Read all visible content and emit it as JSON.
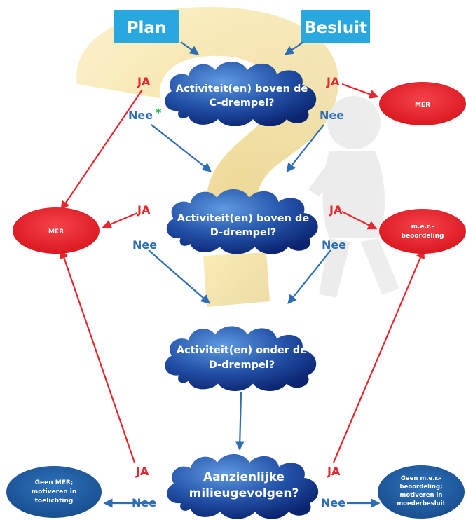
{
  "header": {
    "plan": "Plan",
    "besluit": "Besluit"
  },
  "questions": {
    "q1": {
      "line1": "Activiteit(en) boven de",
      "line2": "C-drempel?"
    },
    "q2": {
      "line1": "Activiteit(en) boven de",
      "line2": "D-drempel?"
    },
    "q3": {
      "line1": "Activiteit(en) onder de",
      "line2": "D-drempel?"
    },
    "q4": {
      "line1": "Aanzienlijke",
      "line2": "milieugevolgen?"
    }
  },
  "outcomes": {
    "mer_right": "MER",
    "mer_left": "MER",
    "mer_beoordeling": {
      "line1": "m.e.r.-",
      "line2": "beoordeling"
    },
    "geen_mer": {
      "line1": "Geen MER;",
      "line2": "motiveren in",
      "line3": "toelichting"
    },
    "geen_mer_beoordeling": {
      "line1": "Geen m.e.r.-",
      "line2": "beoordeling;",
      "line3": "motiveren in",
      "line4": "moederbesluit"
    }
  },
  "labels": {
    "ja": "JA",
    "nee": "Nee",
    "asterisk": "*"
  },
  "colors": {
    "header_fill": "#29a8e0",
    "cloud_light": "#4a86d0",
    "cloud_dark": "#0d2a7a",
    "red": "#e8262d",
    "blue_arrow": "#2e6db4",
    "dark_blue_oval": "#1d5aa0",
    "green_asterisk": "#22b24c"
  }
}
